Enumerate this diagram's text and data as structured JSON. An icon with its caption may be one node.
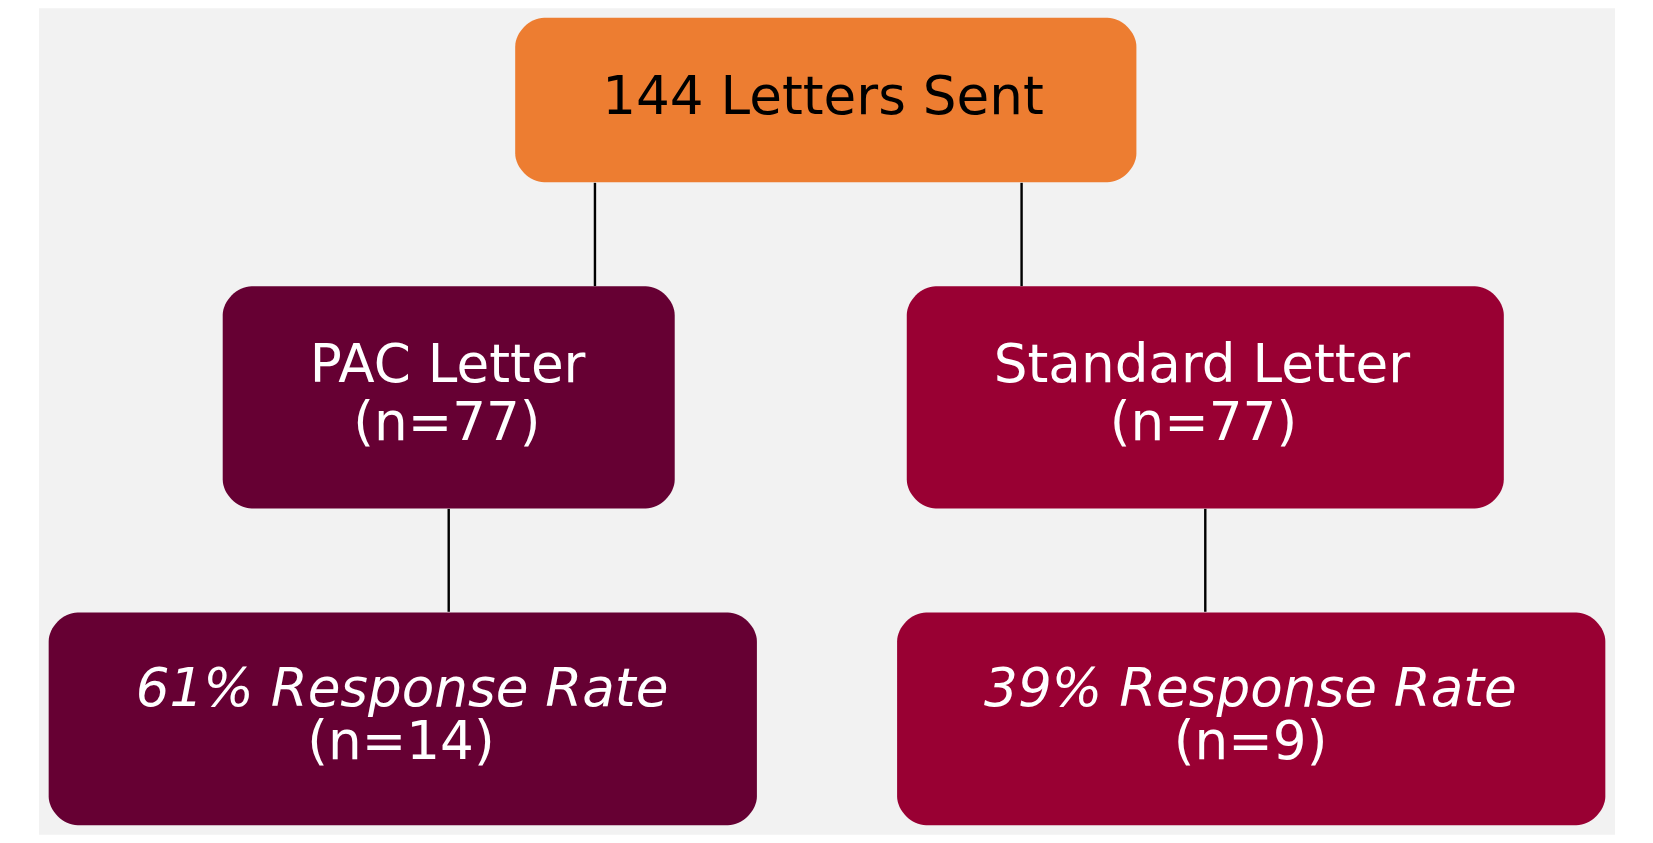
{
  "diagram": {
    "nodes": [
      {
        "text": [
          "144 Letters Sent"
        ]
      },
      {
        "text": [
          "PAC Letter",
          "(n=77)"
        ]
      },
      {
        "text": [
          "Standard Letter",
          "(n=77)"
        ]
      },
      {
        "text": [
          "61% Response Rate",
          "(n=14)"
        ]
      },
      {
        "text": [
          "39% Response Rate",
          "(n=9)"
        ]
      }
    ],
    "edges": [
      {
        "from": 0,
        "to": 1,
        "arrow": "none"
      },
      {
        "from": 0,
        "to": 2,
        "arrow": "none"
      },
      {
        "from": 1,
        "to": 3,
        "arrow": "none"
      },
      {
        "from": 2,
        "to": 4,
        "arrow": "none"
      }
    ]
  }
}
